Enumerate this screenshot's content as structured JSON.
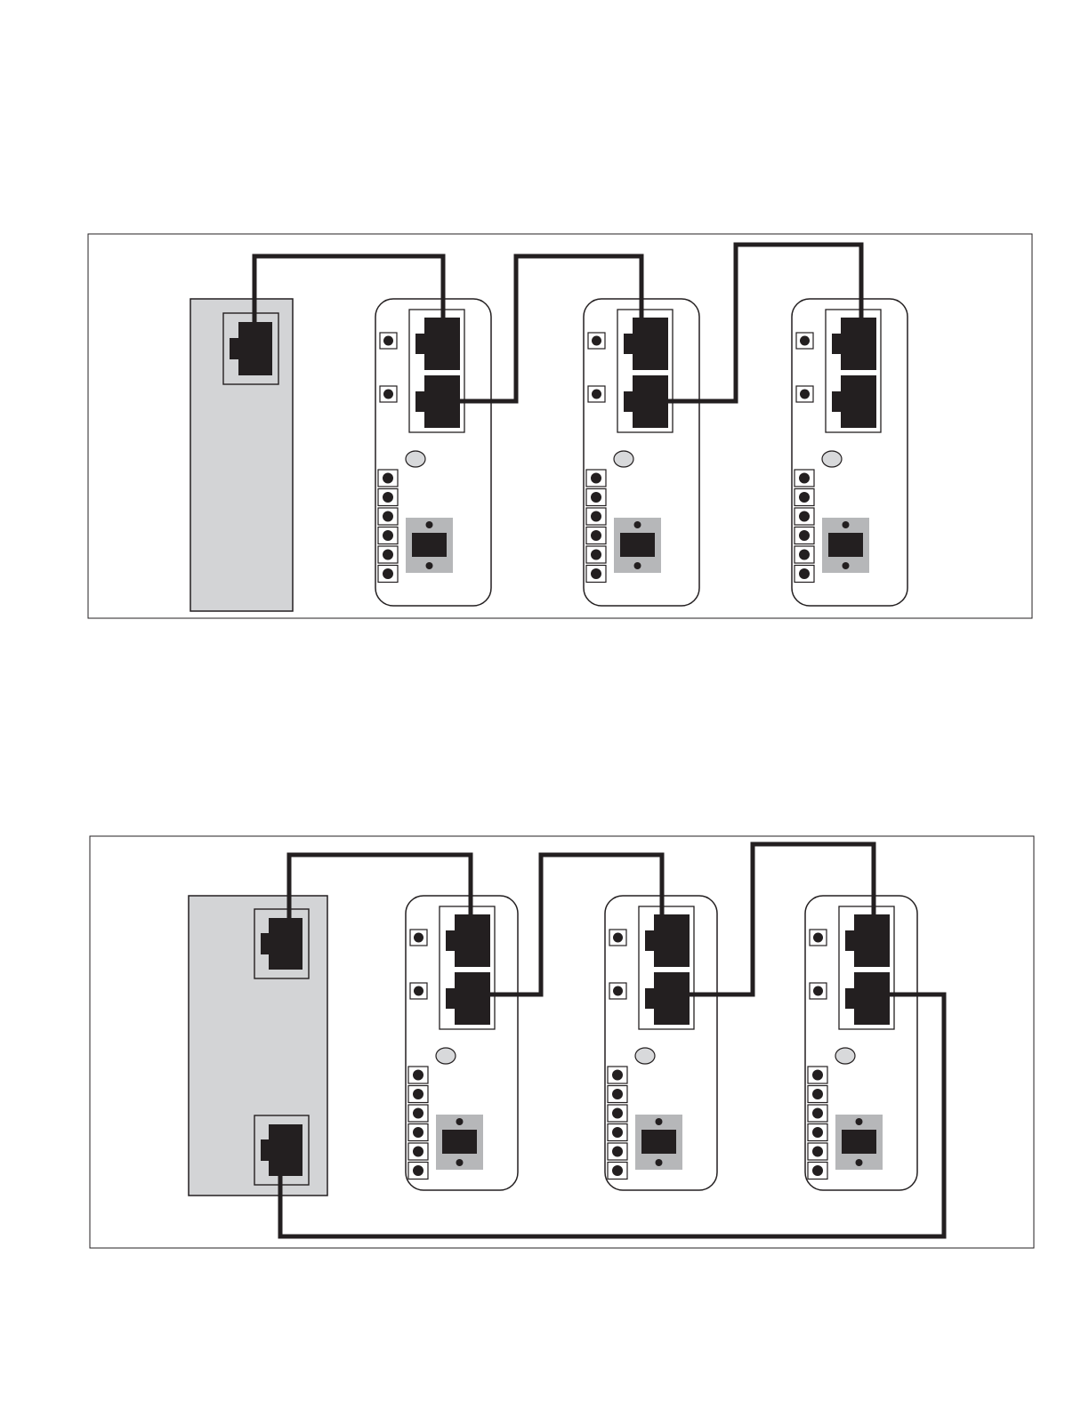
{
  "diagrams": [
    {
      "id": "linear-daisy-chain",
      "host_ports": 1,
      "modules": 3,
      "connections": [
        {
          "from": "host-port-1",
          "to": "module-1-port-1"
        },
        {
          "from": "module-1-port-2",
          "to": "module-2-port-1"
        },
        {
          "from": "module-2-port-2",
          "to": "module-3-port-1"
        }
      ]
    },
    {
      "id": "ring-daisy-chain",
      "host_ports": 2,
      "modules": 3,
      "connections": [
        {
          "from": "host-port-1",
          "to": "module-1-port-1"
        },
        {
          "from": "module-1-port-2",
          "to": "module-2-port-1"
        },
        {
          "from": "module-2-port-2",
          "to": "module-3-port-1"
        },
        {
          "from": "module-3-port-2",
          "to": "host-port-2"
        }
      ]
    }
  ],
  "colors": {
    "host": "#d3d4d6",
    "terminal_block": "#b6b7b9",
    "port": "#231f20",
    "cable": "#231f20",
    "led": "#d8d9db"
  }
}
